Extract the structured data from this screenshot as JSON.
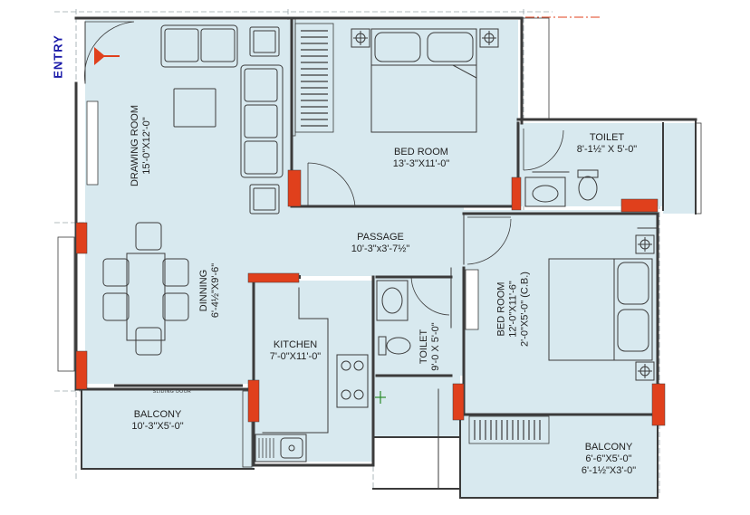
{
  "colors": {
    "floor": "#d8e9ef",
    "wall": "#3b3b3b",
    "column": "#e0401c",
    "grid": "#9aa6ab",
    "entry": "#1a1aa8",
    "redline": "#e0401c"
  },
  "entry_label": "ENTRY",
  "sliding_door_label": "SLIDING DOOR",
  "rooms": {
    "drawing": {
      "name": "DRAWING ROOM",
      "size": "15'-0\"X12'-0\""
    },
    "bed1": {
      "name": "BED ROOM",
      "size": "13'-3\"X11'-0\""
    },
    "toilet1": {
      "name": "TOILET",
      "size": "8'-1½\" X 5'-0\""
    },
    "passage": {
      "name": "PASSAGE",
      "size": "10'-3\"x3'-7½\""
    },
    "dinning": {
      "name": "DINNING",
      "size": "6'-4½\"X9'-6\""
    },
    "kitchen": {
      "name": "KITCHEN",
      "size": "7'-0\"X11'-0\""
    },
    "toilet2": {
      "name": "TOILET",
      "size": "9'-0 X 5'-0\""
    },
    "bed2": {
      "name": "BED ROOM",
      "size": "12'-0\"X11'-6\"",
      "size2": "2'-0\"X5'-0\" (C.B.)"
    },
    "balcony1": {
      "name": "BALCONY",
      "size": "10'-3\"X5'-0\""
    },
    "balcony2": {
      "name": "BALCONY",
      "size": "6'-6\"X5'-0\"",
      "size2": "6'-1½\"X3'-0\""
    }
  },
  "icons": [
    "door-arrow-icon",
    "sofa-icon",
    "bed-icon",
    "lamp-icon",
    "wardrobe-icon",
    "wc-icon",
    "basin-icon",
    "sink-icon",
    "stove-icon",
    "table-icon",
    "chair-icon",
    "tap-icon"
  ]
}
